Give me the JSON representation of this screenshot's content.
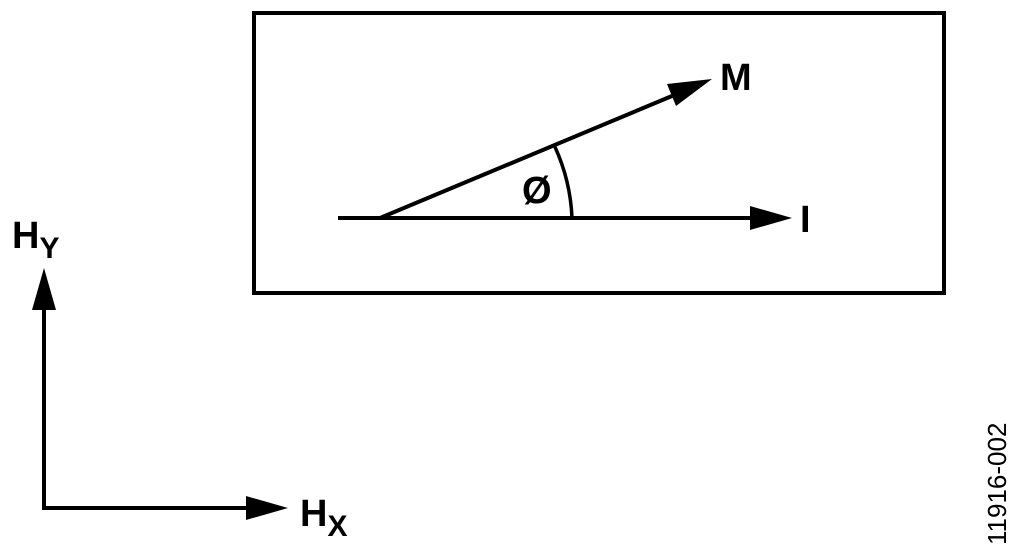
{
  "labels": {
    "magnetization": "M",
    "current": "I",
    "angle": "Ø",
    "hy_main": "H",
    "hy_sub": "Y",
    "hx_main": "H",
    "hx_sub": "X",
    "figure_id": "11916-002"
  },
  "colors": {
    "stroke": "#000000",
    "background": "#ffffff"
  }
}
